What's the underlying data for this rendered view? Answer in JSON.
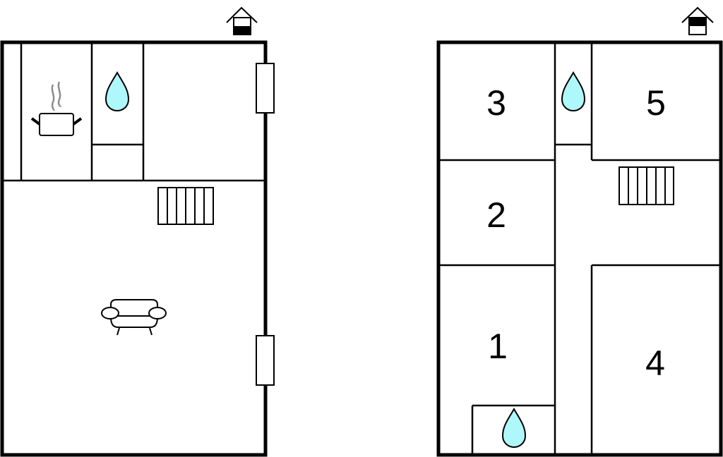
{
  "floorplans": [
    {
      "name": "ground-floor",
      "level_indicator": "ground",
      "rooms": [
        {
          "id": "kitchen",
          "icon": "cooking-pot-icon"
        },
        {
          "id": "bathroom",
          "icon": "water-drop-icon"
        },
        {
          "id": "living-room",
          "icon": "sofa-icon"
        }
      ],
      "features": [
        "staircase-icon",
        "window",
        "window"
      ]
    },
    {
      "name": "upper-floor",
      "level_indicator": "upper",
      "rooms": [
        {
          "id": "room-3",
          "label": "3"
        },
        {
          "id": "room-5",
          "label": "5"
        },
        {
          "id": "room-2",
          "label": "2"
        },
        {
          "id": "room-1",
          "label": "1"
        },
        {
          "id": "room-4",
          "label": "4"
        },
        {
          "id": "bathroom-upper",
          "icon": "water-drop-icon"
        },
        {
          "id": "bathroom-room1",
          "icon": "water-drop-icon"
        }
      ],
      "features": [
        "staircase-icon"
      ]
    }
  ],
  "colors": {
    "wall": "#000000",
    "water": "#aef8fb",
    "steam": "#8c8c8c",
    "background": "#ffffff"
  }
}
